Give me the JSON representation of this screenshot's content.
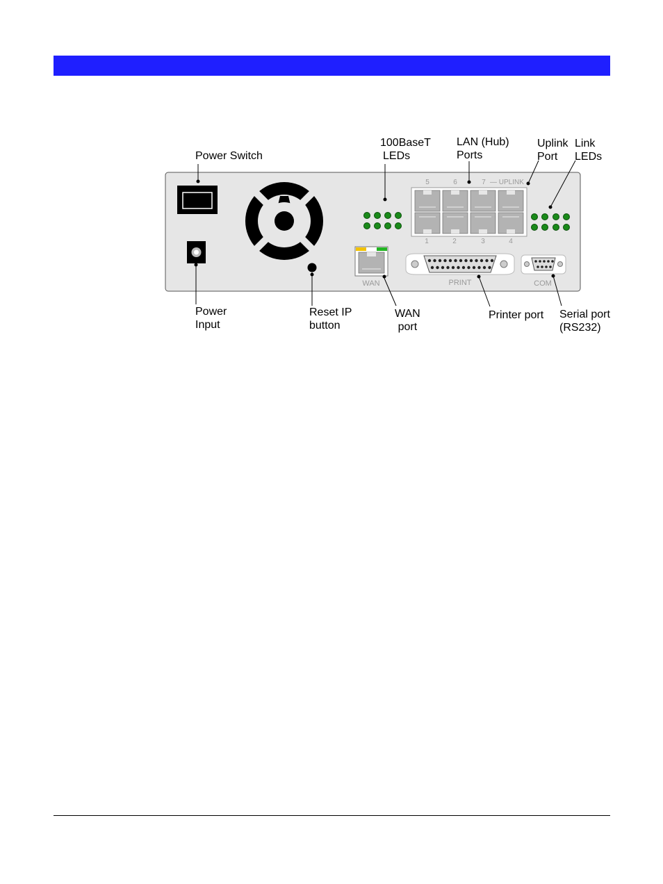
{
  "colors": {
    "header": "#1f1fff",
    "panel": "#e6e6e6",
    "led": "#1a8a1a",
    "port": "#b3b3b3",
    "wan_led_left": "#f2c200",
    "wan_led_right": "#22b522"
  },
  "labels": {
    "power_switch": "Power Switch",
    "leds_100baset_line1": "100BaseT",
    "leds_100baset_line2": "LEDs",
    "lan_ports_line1": "LAN (Hub)",
    "lan_ports_line2": "Ports",
    "uplink_port_line1": "Uplink",
    "uplink_port_line2": "Port",
    "link_leds_line1": "Link",
    "link_leds_line2": "LEDs",
    "power_input_line1": "Power",
    "power_input_line2": "Input",
    "reset_ip_line1": "Reset IP",
    "reset_ip_line2": "button",
    "wan_port_line1": "WAN",
    "wan_port_line2": "port",
    "printer_port": "Printer port",
    "serial_port_line1": "Serial port",
    "serial_port_line2": "(RS232)"
  },
  "panel_text": {
    "port_top_5": "5",
    "port_top_6": "6",
    "port_top_7": "7",
    "uplink": "— UPLINK",
    "port_bottom_1": "1",
    "port_bottom_2": "2",
    "port_bottom_3": "3",
    "port_bottom_4": "4",
    "wan": "WAN",
    "print": "PRINT",
    "com": "COM"
  },
  "icons": {
    "fan": "fan-icon",
    "power_switch": "rocker-switch-icon",
    "power_jack": "dc-jack-icon",
    "reset_button": "pinhole-button-icon",
    "rj45": "rj45-port-icon",
    "db25": "db25-connector-icon",
    "db9": "db9-connector-icon"
  }
}
